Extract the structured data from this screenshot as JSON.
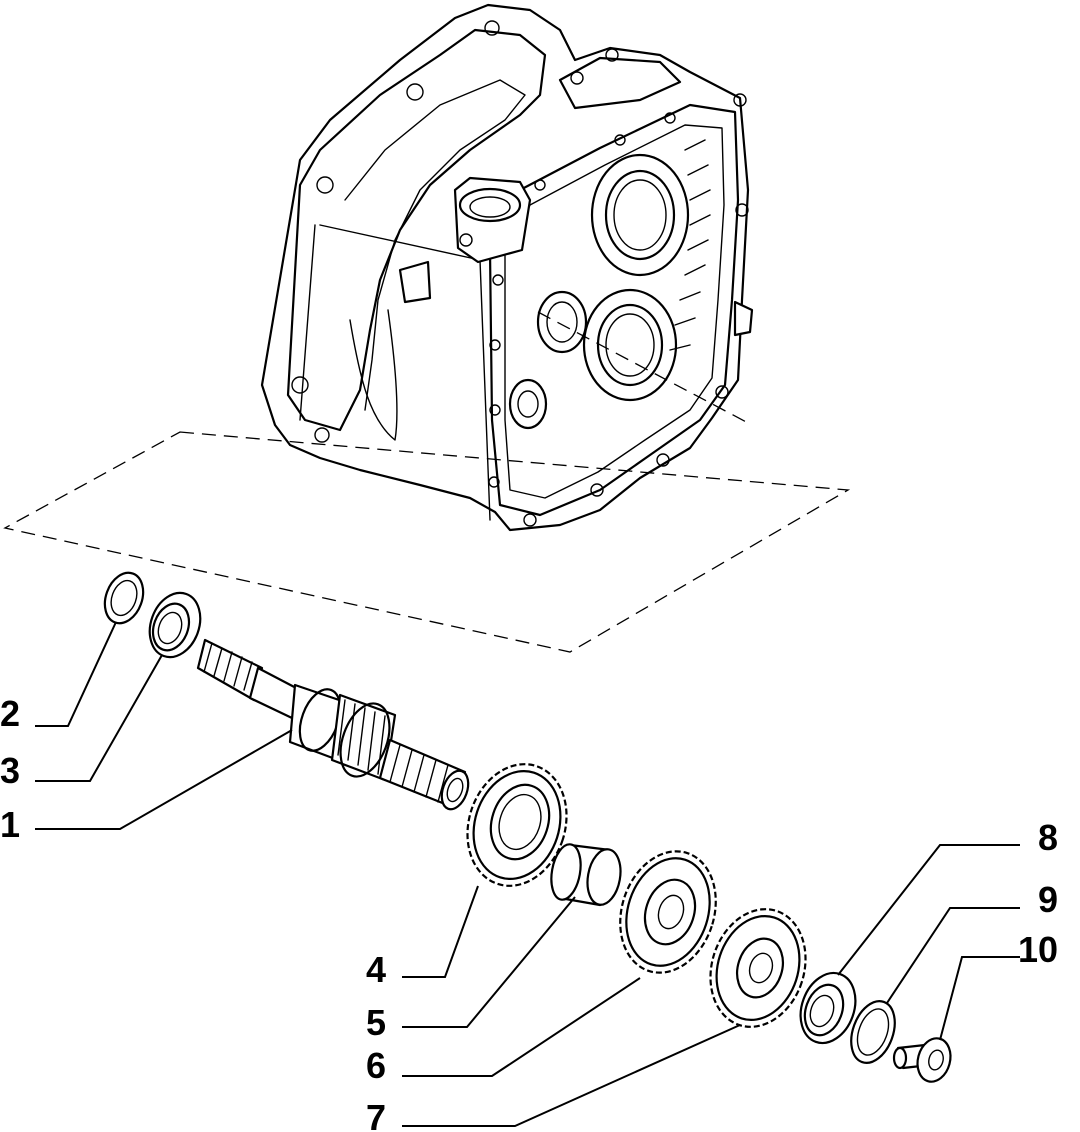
{
  "diagram": {
    "callouts": [
      {
        "id": "2",
        "label": "2"
      },
      {
        "id": "3",
        "label": "3"
      },
      {
        "id": "1",
        "label": "1"
      },
      {
        "id": "4",
        "label": "4"
      },
      {
        "id": "5",
        "label": "5"
      },
      {
        "id": "6",
        "label": "6"
      },
      {
        "id": "7",
        "label": "7"
      },
      {
        "id": "8",
        "label": "8"
      },
      {
        "id": "9",
        "label": "9"
      },
      {
        "id": "10",
        "label": "10"
      }
    ]
  }
}
